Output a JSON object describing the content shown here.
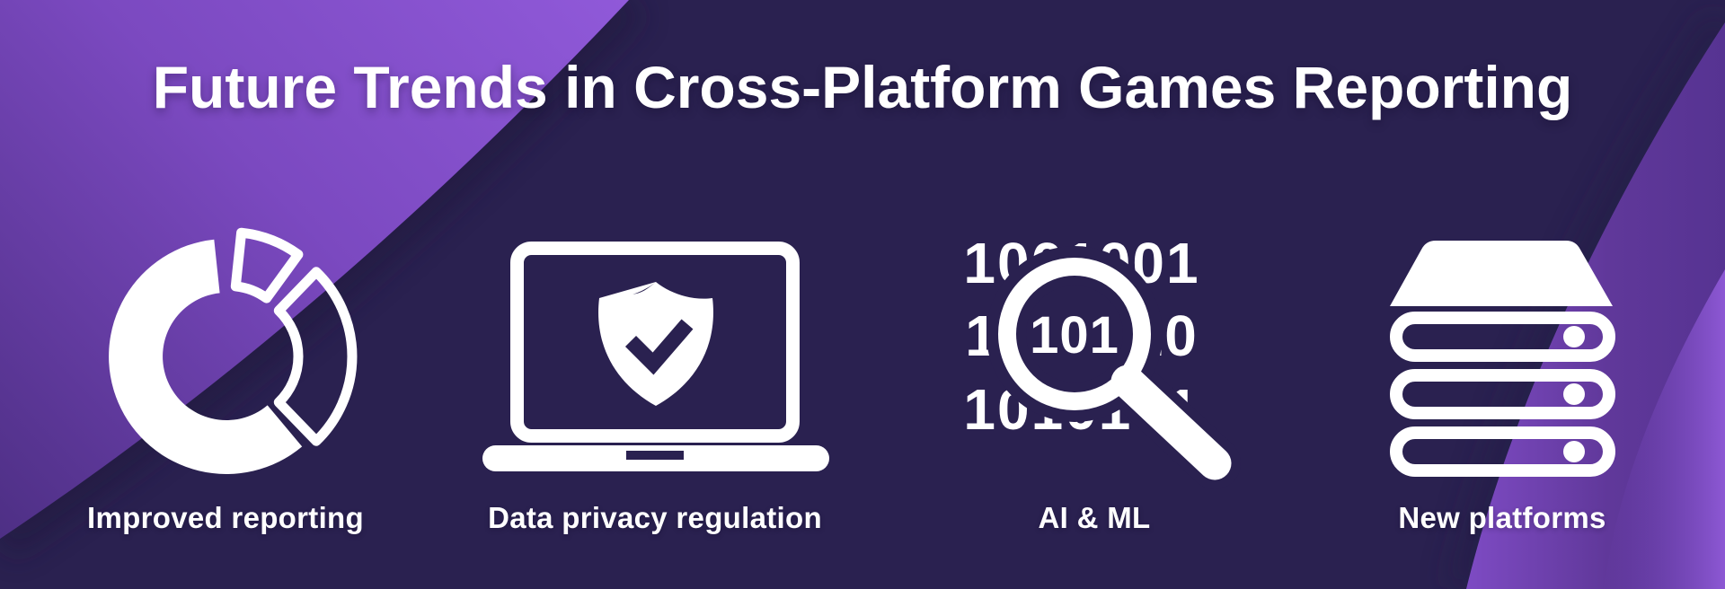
{
  "title": "Future Trends in Cross-Platform Games Reporting",
  "items": [
    {
      "label": "Improved reporting",
      "icon": "donut-chart-icon"
    },
    {
      "label": "Data privacy regulation",
      "icon": "laptop-shield-icon"
    },
    {
      "label": "AI & ML",
      "icon": "binary-magnifier-icon",
      "binary_rows": [
        "1001001",
        "1101010",
        "1010101"
      ],
      "lens_text": "101"
    },
    {
      "label": "New platforms",
      "icon": "server-stack-icon"
    }
  ],
  "colors": {
    "background_navy": "#2a2150",
    "accent_purple": "#7b49c0",
    "accent_purple_bright": "#8f5ad8",
    "icon_white": "#ffffff"
  }
}
